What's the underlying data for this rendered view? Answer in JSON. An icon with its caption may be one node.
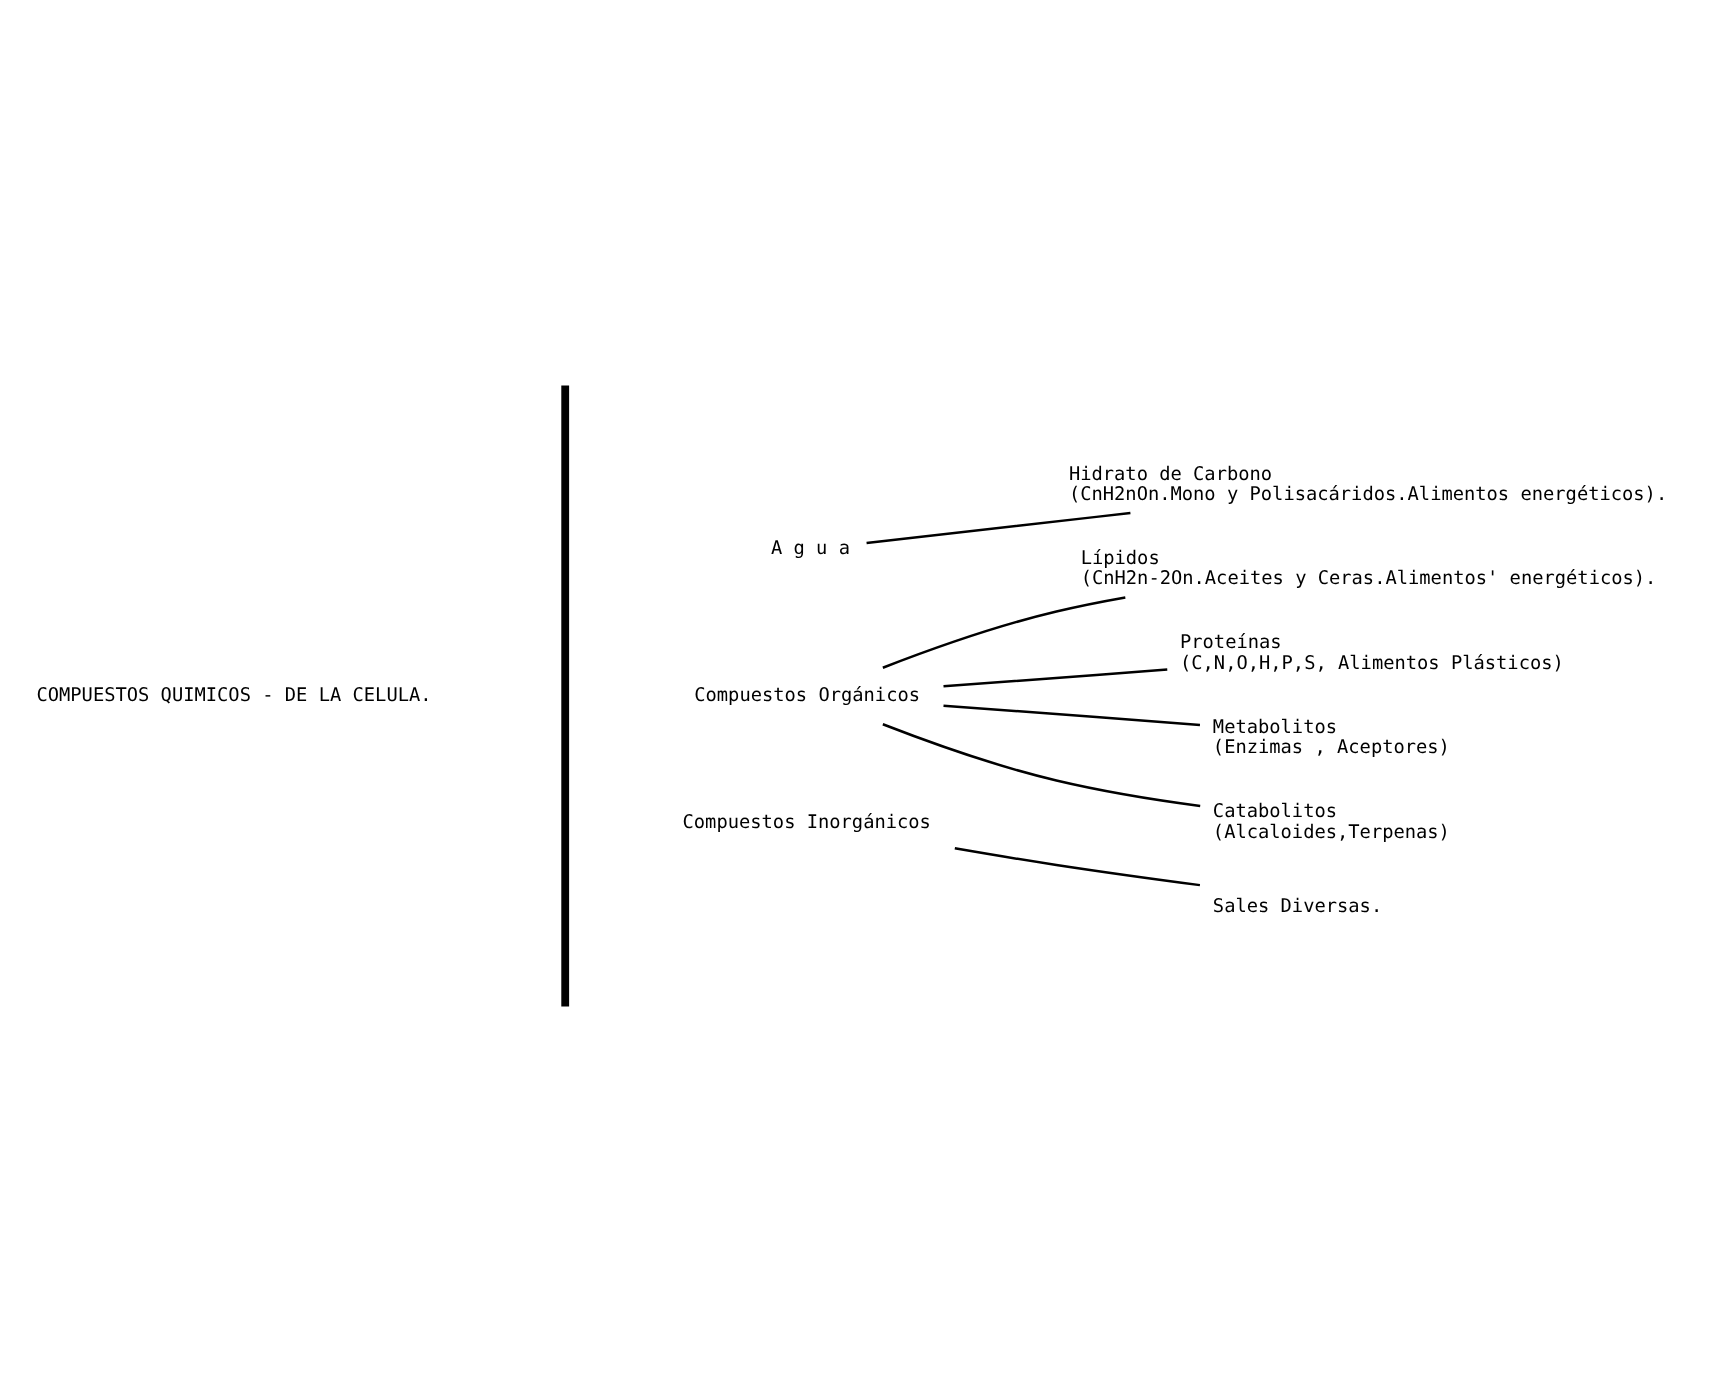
{
  "diagram": {
    "nodes": [
      {
        "text": [
          "COMPUESTOS QUIMICOS - DE LA CELULA."
        ]
      },
      {
        "text": [
          "A g u a"
        ]
      },
      {
        "text": [
          "Compuestos Orgánicos"
        ]
      },
      {
        "text": [
          "Compuestos Inorgánicos"
        ]
      },
      {
        "text": [
          "Hidrato de Carbono",
          "(CnH2nOn.Mono y Polisacáridos.Alimentos energéticos)."
        ]
      },
      {
        "text": [
          "Lípidos",
          "(CnH2n-2On.Aceites y Ceras.Alimentos' energéticos)."
        ]
      },
      {
        "text": [
          "Proteínas",
          "(C,N,O,H,P,S, Alimentos Plásticos)"
        ]
      },
      {
        "text": [
          "Metabolitos",
          "(Enzimas , Aceptores)"
        ]
      },
      {
        "text": [
          "Catabolitos",
          "(Alcaloides,Terpenas)"
        ]
      },
      {
        "text": [
          "Sales Diversas."
        ]
      }
    ],
    "edges": [
      {
        "from": 1,
        "to": 4,
        "arrow": "none"
      },
      {
        "from": 2,
        "to": 5,
        "arrow": "none"
      },
      {
        "from": 2,
        "to": 6,
        "arrow": "none"
      },
      {
        "from": 2,
        "to": 7,
        "arrow": "none"
      },
      {
        "from": 2,
        "to": 8,
        "arrow": "none"
      },
      {
        "from": 3,
        "to": 9,
        "arrow": "none"
      }
    ]
  }
}
